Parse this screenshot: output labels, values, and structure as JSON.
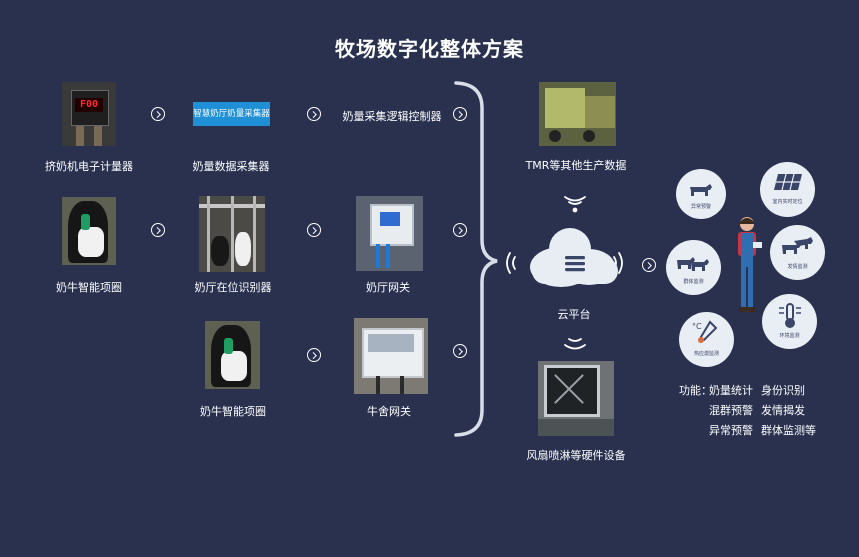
{
  "title": "牧场数字化整体方案",
  "nodes": {
    "milk_meter": "挤奶机电子计量器",
    "meter_display": "F00",
    "collector": "奶量数据采集器",
    "collector_banner": "智慧奶厅奶量采集器",
    "controller": "奶量采集逻辑控制器",
    "collar_1": "奶牛智能项圈",
    "parlor_identifier": "奶厅在位识别器",
    "parlor_gateway": "奶厅网关",
    "collar_2": "奶牛智能项圈",
    "barn_gateway": "牛舍网关",
    "tmr": "TMR等其他生产数据",
    "cloud": "云平台",
    "fan": "风扇喷淋等硬件设备"
  },
  "functions": {
    "label": "功能：",
    "row1": [
      "奶量统计",
      "身份识别"
    ],
    "row2": [
      "混群预警",
      "发情揭发"
    ],
    "row3": [
      "异常预警",
      "群体监测等"
    ]
  },
  "modules": [
    "异常预警",
    "室内实时定位",
    "群体监测",
    "发情监测",
    "热应激监测",
    "环境监测"
  ],
  "colors": {
    "background": "#29314f",
    "cloud": "#e8ecf3",
    "module_bg": "#e9edf4"
  }
}
